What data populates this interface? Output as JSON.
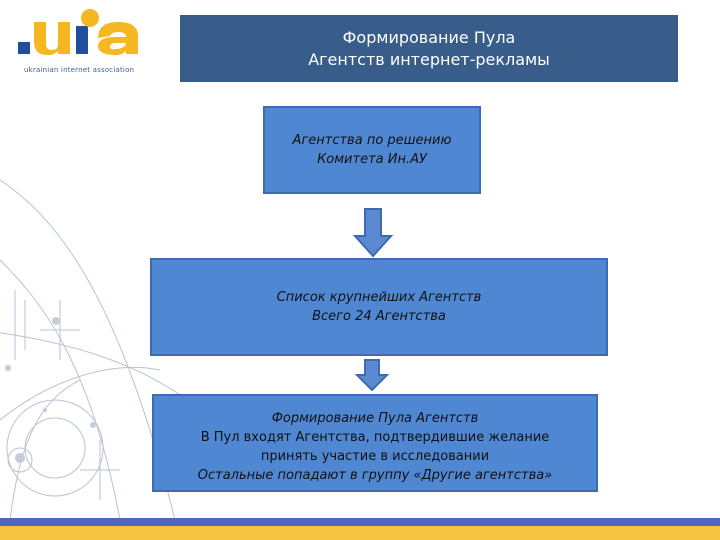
{
  "logo": {
    "text": ".uia",
    "subtext": "ukrainian internet association",
    "colors": {
      "dot": "#1f4e9c",
      "u": "#f5b823",
      "i": "#1f4e9c",
      "a": "#f5b823"
    }
  },
  "header": {
    "line1": "Формирование Пула",
    "line2": "Агентств интернет-рекламы"
  },
  "boxes": [
    {
      "line1": "Агентства по решению",
      "line2": "Комитета Ин.АУ"
    },
    {
      "line1": "Список крупнейших Агентств",
      "line2": "Всего 24 Агентства"
    },
    {
      "line1": "Формирование Пула Агентств",
      "line2": "В Пул входят Агентства, подтвердившие желание",
      "line3": "принять участие в исследовании",
      "line4": "Остальные попадают в группу «Другие агентства»"
    }
  ],
  "colors": {
    "header_bg": "#385d8a",
    "box_fill": "#4f87d3",
    "arrow_fill": "#5b8ad0",
    "footer_blue": "#4a67b8",
    "footer_yellow": "#f5c242"
  }
}
